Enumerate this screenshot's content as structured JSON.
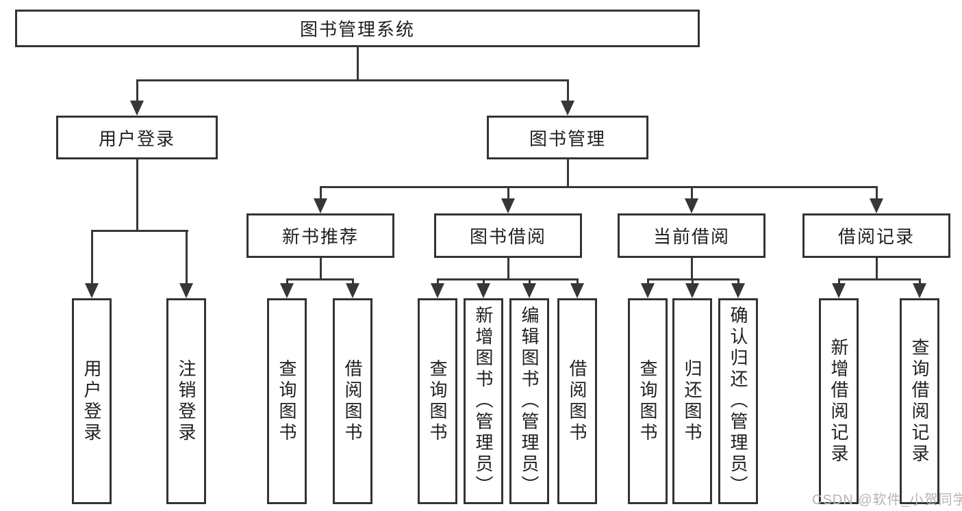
{
  "diagram": {
    "root": {
      "label": "图书管理系统"
    },
    "level2": [
      {
        "label": "用户登录"
      },
      {
        "label": "图书管理"
      }
    ],
    "level3": [
      {
        "label": "新书推荐"
      },
      {
        "label": "图书借阅"
      },
      {
        "label": "当前借阅"
      },
      {
        "label": "借阅记录"
      }
    ],
    "leaves": {
      "user_login": [
        {
          "label": "用户登录"
        },
        {
          "label": "注销登录"
        }
      ],
      "new_books": [
        {
          "label": "查询图书"
        },
        {
          "label": "借阅图书"
        }
      ],
      "book_borrow": [
        {
          "label": "查询图书"
        },
        {
          "label": "新增图书（管理员）"
        },
        {
          "label": "编辑图书（管理员）"
        },
        {
          "label": "借阅图书"
        }
      ],
      "current_borrow": [
        {
          "label": "查询图书"
        },
        {
          "label": "归还图书"
        },
        {
          "label": "确认归还（管理员）"
        }
      ],
      "borrow_records": [
        {
          "label": "新增借阅记录"
        },
        {
          "label": "查询借阅记录"
        }
      ]
    },
    "watermark": "CSDN @软件_小贺同学",
    "colors": {
      "line": "#373737",
      "border": "#333333",
      "text": "#1f1f1f",
      "watermark": "#b5b5b5",
      "background": "#ffffff"
    }
  }
}
